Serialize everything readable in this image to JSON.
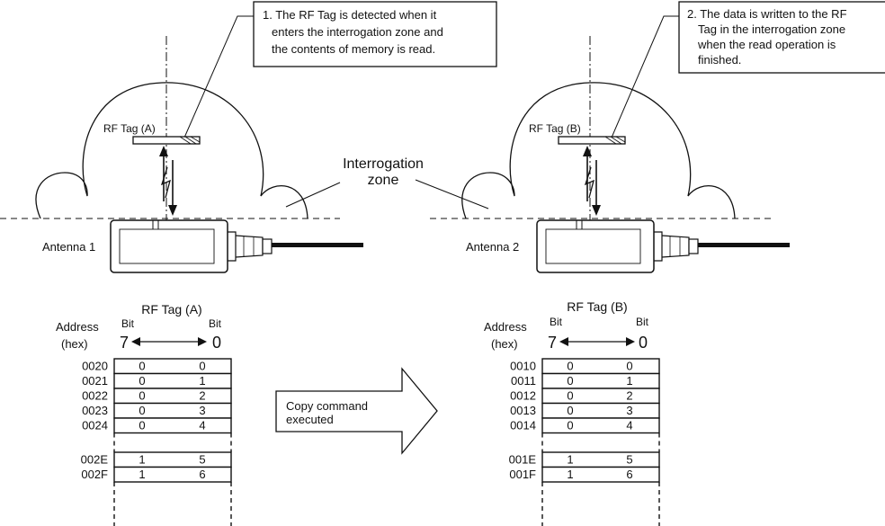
{
  "callouts": {
    "left": [
      "1. The RF Tag is detected when it",
      "enters the interrogation zone and",
      "the contents of memory is read."
    ],
    "right": [
      "2. The data is written to the RF",
      "Tag in the interrogation zone",
      "when the read operation is",
      "finished."
    ]
  },
  "zone_label": [
    "Interrogation",
    "zone"
  ],
  "left": {
    "tag_label": "RF Tag (A)",
    "antenna_label": "Antenna 1",
    "table_title": "RF Tag (A)",
    "address_label": "Address",
    "hex_label": "(hex)",
    "bit_label": "Bit",
    "bit_high": "7",
    "bit_low": "0",
    "rows_top": [
      {
        "address": "0020",
        "high": "0",
        "low": "0"
      },
      {
        "address": "0021",
        "high": "0",
        "low": "1"
      },
      {
        "address": "0022",
        "high": "0",
        "low": "2"
      },
      {
        "address": "0023",
        "high": "0",
        "low": "3"
      },
      {
        "address": "0024",
        "high": "0",
        "low": "4"
      }
    ],
    "rows_bottom": [
      {
        "address": "002E",
        "high": "1",
        "low": "5"
      },
      {
        "address": "002F",
        "high": "1",
        "low": "6"
      }
    ]
  },
  "right": {
    "tag_label": "RF Tag (B)",
    "antenna_label": "Antenna 2",
    "table_title": "RF Tag (B)",
    "address_label": "Address",
    "hex_label": "(hex)",
    "bit_label": "Bit",
    "bit_high": "7",
    "bit_low": "0",
    "rows_top": [
      {
        "address": "0010",
        "high": "0",
        "low": "0"
      },
      {
        "address": "0011",
        "high": "0",
        "low": "1"
      },
      {
        "address": "0012",
        "high": "0",
        "low": "2"
      },
      {
        "address": "0013",
        "high": "0",
        "low": "3"
      },
      {
        "address": "0014",
        "high": "0",
        "low": "4"
      }
    ],
    "rows_bottom": [
      {
        "address": "001E",
        "high": "1",
        "low": "5"
      },
      {
        "address": "001F",
        "high": "1",
        "low": "6"
      }
    ]
  },
  "copy_arrow": [
    "Copy command",
    "executed"
  ]
}
